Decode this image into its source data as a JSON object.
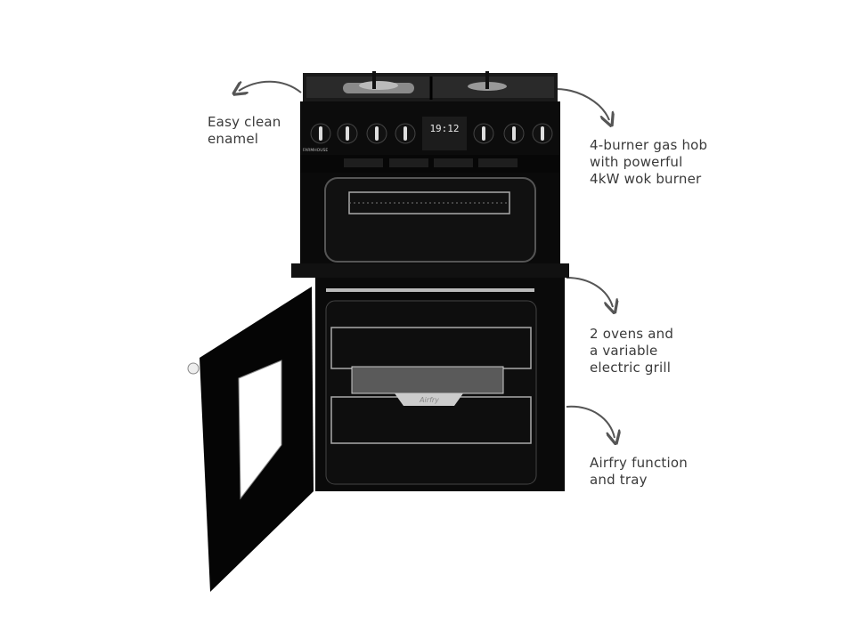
{
  "product": {
    "brand_label": "FARMHOUSE",
    "clock_display": "19:12",
    "tray_label": "Airfry"
  },
  "callouts": [
    {
      "lines": [
        "Easy clean",
        "enamel"
      ]
    },
    {
      "lines": [
        "4-burner gas hob",
        "with powerful",
        "4kW wok burner"
      ]
    },
    {
      "lines": [
        "2 ovens and",
        "a variable",
        "electric grill"
      ]
    },
    {
      "lines": [
        "Airfry function",
        "and tray"
      ]
    }
  ],
  "colors": {
    "text": "#3a3a3a",
    "arrow": "#555555",
    "body": "#0c0c0c",
    "display": "#e8e8e8"
  }
}
